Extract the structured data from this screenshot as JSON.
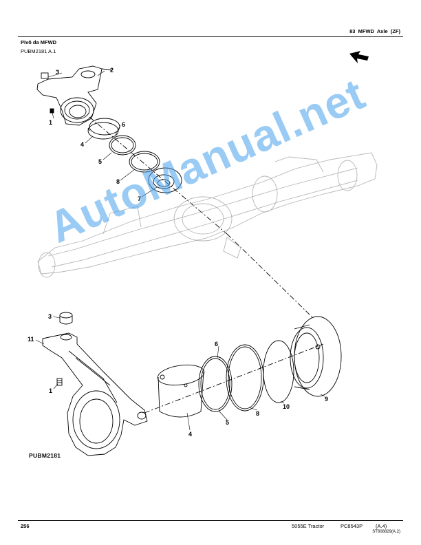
{
  "header": {
    "section_title": "83  MFWD  Axle  (ZF)",
    "page_heading": "Pivô da MFWD",
    "reference": "PUBM2181 A.1"
  },
  "figure": {
    "label": "PUBM2181",
    "callouts": {
      "c1_top": "1",
      "c2": "2",
      "c3_top": "3",
      "c4_top": "4",
      "c5_top": "5",
      "c6_top": "6",
      "c7": "7",
      "c8_top": "8",
      "c3_bottom": "3",
      "c11": "11",
      "c1_bottom": "1",
      "c4_bottom": "4",
      "c5_bottom": "5",
      "c6_bottom": "6",
      "c8_bottom": "8",
      "c10": "10",
      "c9": "9"
    },
    "direction_icon": "arrow-left-icon"
  },
  "watermark": "AutoManual.net",
  "footer": {
    "page_number": "256",
    "model": "5055E Tractor",
    "catalog": "PC8543P",
    "catalog_suffix": "(A.4)",
    "revision": "ST608829(A.2)"
  }
}
